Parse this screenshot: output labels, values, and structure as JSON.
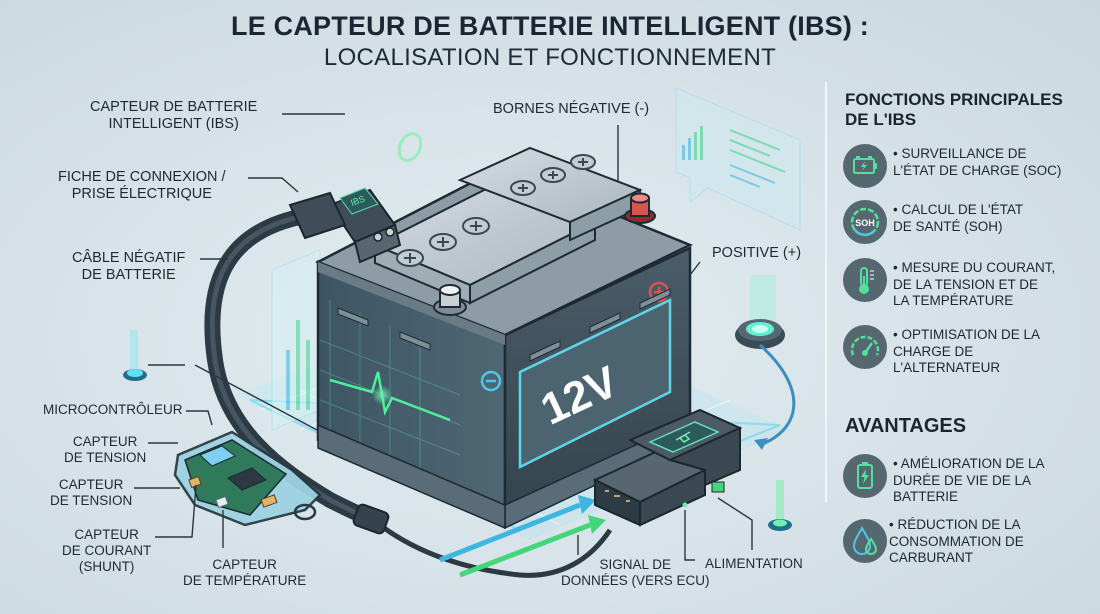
{
  "title": {
    "line1": "LE CAPTEUR DE BATTERIE INTELLIGENT (IBS) :",
    "line2": "LOCALISATION ET FONCTIONNEMENT"
  },
  "labels": {
    "ibs": [
      "CAPTEUR DE BATTERIE",
      "INTELLIGENT (IBS)"
    ],
    "connector": [
      "FICHE DE CONNEXION /",
      "PRISE ÉLECTRIQUE"
    ],
    "neg_cable": [
      "CÂBLE NÉGATIF",
      "DE BATTERIE"
    ],
    "neg_terminal": "BORNES NÉGATIVE (-)",
    "pos_terminal": "POSITIVE (+)",
    "microcontroller": "MICROCONTRÔLEUR",
    "voltage1": [
      "CAPTEUR",
      "DE TENSION"
    ],
    "voltage2": [
      "CAPTEUR",
      "DE TENSION"
    ],
    "current": [
      "CAPTEUR",
      "DE COURANT",
      "(SHUNT)"
    ],
    "temperature": [
      "CAPTEUR",
      "DE TEMPÉRATURE"
    ],
    "data_signal": [
      "SIGNAL DE",
      "DONNÉES (VERS ECU)"
    ],
    "power": "ALIMENTATION"
  },
  "battery": {
    "voltage_label": "12V",
    "ibs_tag": "IBS"
  },
  "functions": {
    "heading": [
      "FONCTIONS PRINCIPALES",
      "DE L'IBS"
    ],
    "items": [
      {
        "icon": "battery-charge-icon",
        "lines": [
          "• SURVEILLANCE DE",
          "L'ÉTAT DE CHARGE (SOC)"
        ]
      },
      {
        "icon": "soh-gauge-icon",
        "icon_text": "SOH",
        "lines": [
          "• CALCUL DE L'ÉTAT",
          "DE SANTÉ (SOH)"
        ]
      },
      {
        "icon": "thermometer-icon",
        "lines": [
          "• MESURE DU COURANT,",
          "DE LA TENSION ET DE",
          "LA TEMPÉRATURE"
        ]
      },
      {
        "icon": "speedometer-icon",
        "lines": [
          "• OPTIMISATION DE LA",
          "CHARGE DE",
          "L'ALTERNATEUR"
        ]
      }
    ]
  },
  "advantages": {
    "heading": "AVANTAGES",
    "items": [
      {
        "icon": "battery-life-icon",
        "lines": [
          "• AMÉLIORATION DE LA",
          "DURÉE DE VIE DE LA",
          "BATTERIE"
        ]
      },
      {
        "icon": "fuel-drop-icon",
        "lines": [
          "• RÉDUCTION DE LA",
          "CONSOMMATION DE",
          "CARBURANT"
        ]
      }
    ]
  },
  "colors": {
    "accent_green": "#3fd68a",
    "accent_cyan": "#3fc7e0",
    "battery_body": "#45555f",
    "terminal_red": "#d9534f",
    "icon_bg": "#55676f"
  }
}
